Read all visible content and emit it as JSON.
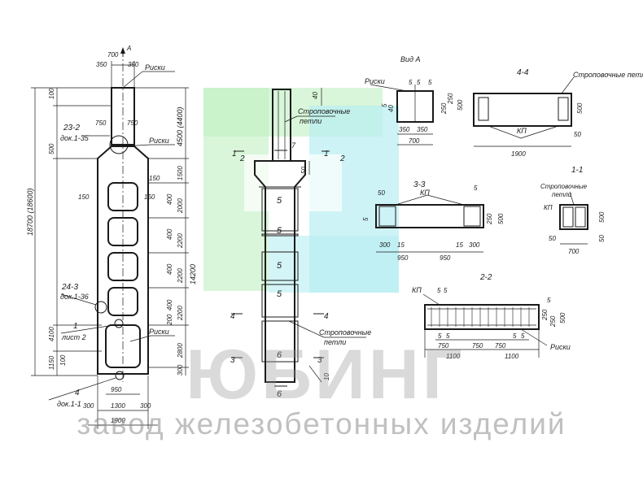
{
  "watermark": {
    "brand": "ЮБИНГ",
    "subtitle": "завод железобетонных изделий",
    "colors": {
      "green": "#9fe0a3",
      "cyan": "#8fe6ec",
      "gray": "#9a9a9a"
    }
  },
  "labels": {
    "vid_a": "Вид А",
    "sec_4_4": "4-4",
    "sec_3_3": "3-3",
    "sec_1_1": "1-1",
    "sec_2_2": "2-2",
    "riski": "Риски",
    "stropovochnye_petli": "Строповочные петли",
    "stropovochnye": "Строповочные",
    "petli": "петли",
    "kp": "КП",
    "ref_23_2": "23-2",
    "dok_1_35": "док.1-35",
    "ref_24_3": "24-3",
    "dok_1_36": "док.1-36",
    "ref_1": "1",
    "list_2": "лист 2",
    "ref_4": "4",
    "dok_1_1": "док.1-1",
    "arrow_a": "А"
  },
  "dims": {
    "d700": "700",
    "d350": "350",
    "d100": "100",
    "d500": "500",
    "d750": "750",
    "d150": "150",
    "d1500": "1500",
    "d2000": "2000",
    "d2200": "2200",
    "d4500": "4500 (4400)",
    "d14200": "14200",
    "d18700": "18700 (18600)",
    "d4100": "4100",
    "d1150": "1150",
    "d2800": "2800",
    "d300": "300",
    "d950": "950",
    "d1300": "1300",
    "d1900": "1900",
    "d400": "400",
    "d200": "200",
    "d40": "40",
    "d50": "50",
    "d5": "5",
    "d250": "250",
    "d15": "15",
    "d1100": "1100",
    "d10": "10",
    "d7": "7",
    "d6": "6",
    "d3": "3",
    "d2": "2",
    "d1": "1",
    "d4": "4",
    "d5mark": "5"
  }
}
